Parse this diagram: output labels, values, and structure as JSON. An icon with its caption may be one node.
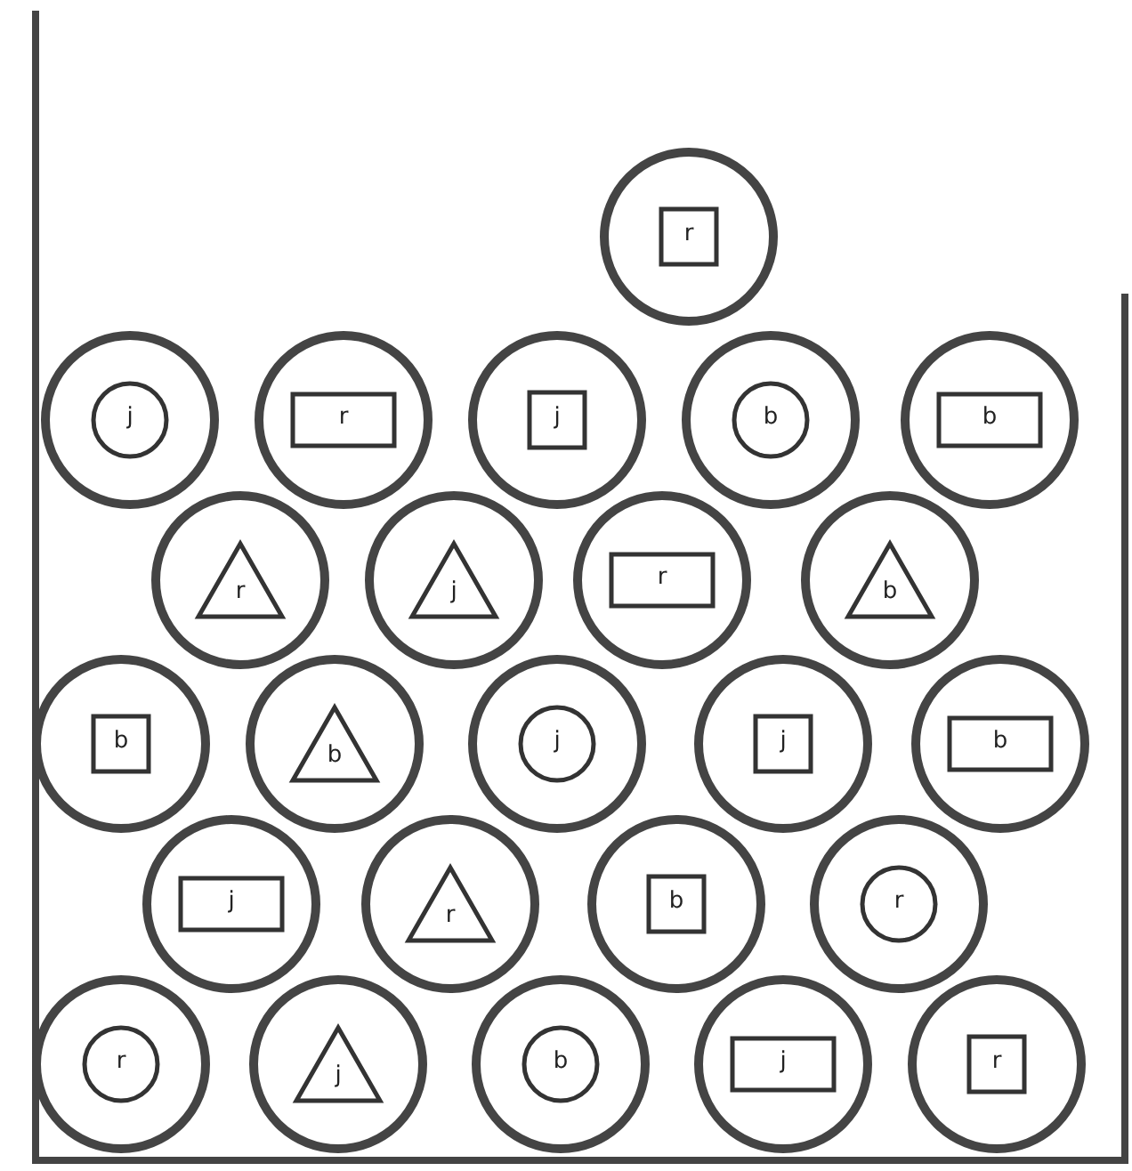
{
  "diagram": {
    "nodes": [
      {
        "text": [],
        "shape": "circle"
      },
      {
        "text": [
          "r"
        ],
        "in": 0
      },
      {
        "text": [],
        "shape": "circle"
      },
      {
        "text": [
          "j"
        ],
        "in": 2
      },
      {
        "text": [],
        "shape": "circle"
      },
      {
        "text": [
          "r"
        ],
        "in": 4
      },
      {
        "text": [],
        "shape": "circle"
      },
      {
        "text": [
          "j"
        ],
        "in": 6
      },
      {
        "text": [],
        "shape": "circle"
      },
      {
        "text": [
          "b"
        ],
        "in": 8
      },
      {
        "text": [],
        "shape": "circle"
      },
      {
        "text": [
          "b"
        ],
        "in": 10
      },
      {
        "text": [],
        "shape": "circle"
      },
      {
        "text": [
          "r"
        ],
        "in": 12
      },
      {
        "text": [],
        "shape": "circle"
      },
      {
        "text": [
          "j"
        ],
        "in": 14
      },
      {
        "text": [],
        "shape": "circle"
      },
      {
        "text": [
          "r"
        ],
        "in": 16
      },
      {
        "text": [],
        "shape": "circle"
      },
      {
        "text": [
          "b"
        ],
        "in": 18
      },
      {
        "text": [],
        "shape": "circle"
      },
      {
        "text": [
          "b"
        ],
        "in": 20
      },
      {
        "text": [],
        "shape": "circle"
      },
      {
        "text": [
          "b"
        ],
        "in": 22
      },
      {
        "text": [],
        "shape": "circle"
      },
      {
        "text": [
          "j"
        ],
        "in": 24
      },
      {
        "text": [],
        "shape": "circle"
      },
      {
        "text": [
          "j"
        ],
        "in": 26
      },
      {
        "text": [],
        "shape": "circle"
      },
      {
        "text": [
          "b"
        ],
        "in": 28
      },
      {
        "text": [],
        "shape": "circle"
      },
      {
        "text": [
          "j"
        ],
        "in": 30
      },
      {
        "text": [],
        "shape": "circle"
      },
      {
        "text": [
          "r"
        ],
        "in": 32
      },
      {
        "text": [],
        "shape": "circle"
      },
      {
        "text": [
          "b"
        ],
        "in": 34
      },
      {
        "text": [],
        "shape": "circle"
      },
      {
        "text": [
          "r"
        ],
        "in": 36
      },
      {
        "text": [],
        "shape": "circle"
      },
      {
        "text": [
          "r"
        ],
        "in": 38
      },
      {
        "text": [],
        "shape": "circle"
      },
      {
        "text": [
          "j"
        ],
        "in": 40
      },
      {
        "text": [],
        "shape": "circle"
      },
      {
        "text": [
          "b"
        ],
        "in": 42
      },
      {
        "text": [],
        "shape": "circle"
      },
      {
        "text": [
          "j"
        ],
        "in": 44
      },
      {
        "text": [],
        "shape": "circle"
      },
      {
        "text": [
          "r"
        ],
        "in": 46
      }
    ]
  }
}
